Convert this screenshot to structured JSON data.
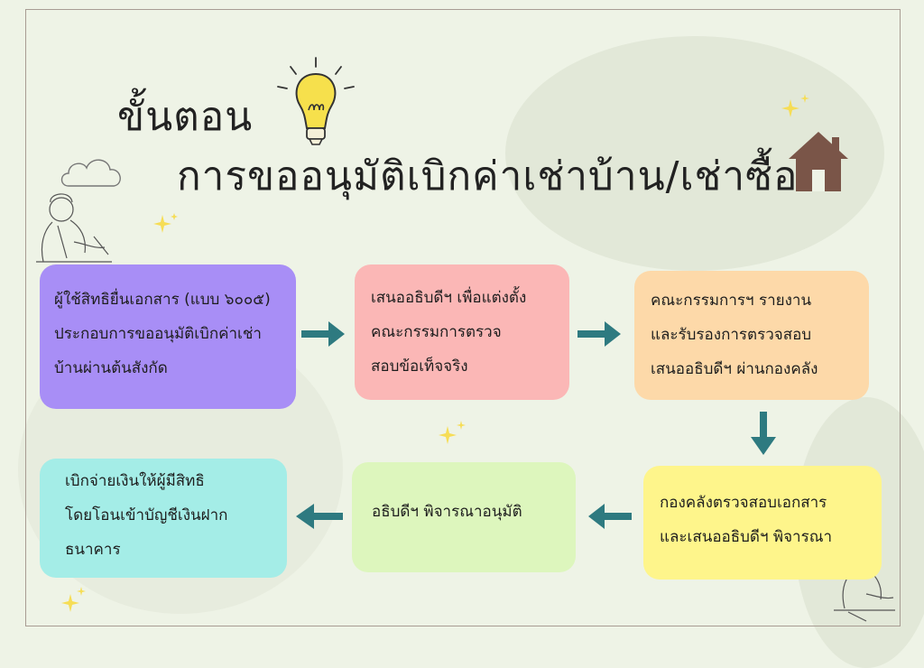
{
  "title": {
    "line1": "ขั้นตอน",
    "line2": "การขออนุมัติเบิกค่าเช่าบ้าน/เช่าซื้อ"
  },
  "steps": [
    {
      "lines": [
        "ผู้ใช้สิทธิยื่นเอกสาร (แบบ ๖๐๐๕)",
        "ประกอบการขออนุมัติเบิกค่าเช่า",
        "บ้านผ่านต้นสังกัด"
      ],
      "color": "#a88ef6"
    },
    {
      "lines": [
        "เสนออธิบดีฯ เพื่อแต่งตั้ง",
        "คณะกรรมการตรวจ",
        "สอบข้อเท็จจริง"
      ],
      "color": "#fbb7b6"
    },
    {
      "lines": [
        "คณะกรรมการฯ รายงาน",
        "และรับรองการตรวจสอบ",
        "เสนออธิบดีฯ ผ่านกองคลัง"
      ],
      "color": "#fdd9a9"
    },
    {
      "lines": [
        "กองคลังตรวจสอบเอกสาร",
        "และเสนออธิบดีฯ พิจารณา"
      ],
      "color": "#fef58b"
    },
    {
      "lines": [
        "อธิบดีฯ พิจารณาอนุมัติ"
      ],
      "color": "#ddf6bd"
    },
    {
      "lines": [
        "เบิกจ่ายเงินให้ผู้มีสิทธิ",
        "โดยโอนเข้าบัญชีเงินฝาก",
        "ธนาคาร"
      ],
      "color": "#a4ede7"
    }
  ],
  "colors": {
    "arrow": "#2e7a80",
    "house": "#7a5548",
    "bulb": "#f6e04c"
  },
  "icons": [
    "light-bulb-icon",
    "house-icon",
    "sparkle-icon",
    "cloud-icon",
    "person-writing-icon"
  ]
}
